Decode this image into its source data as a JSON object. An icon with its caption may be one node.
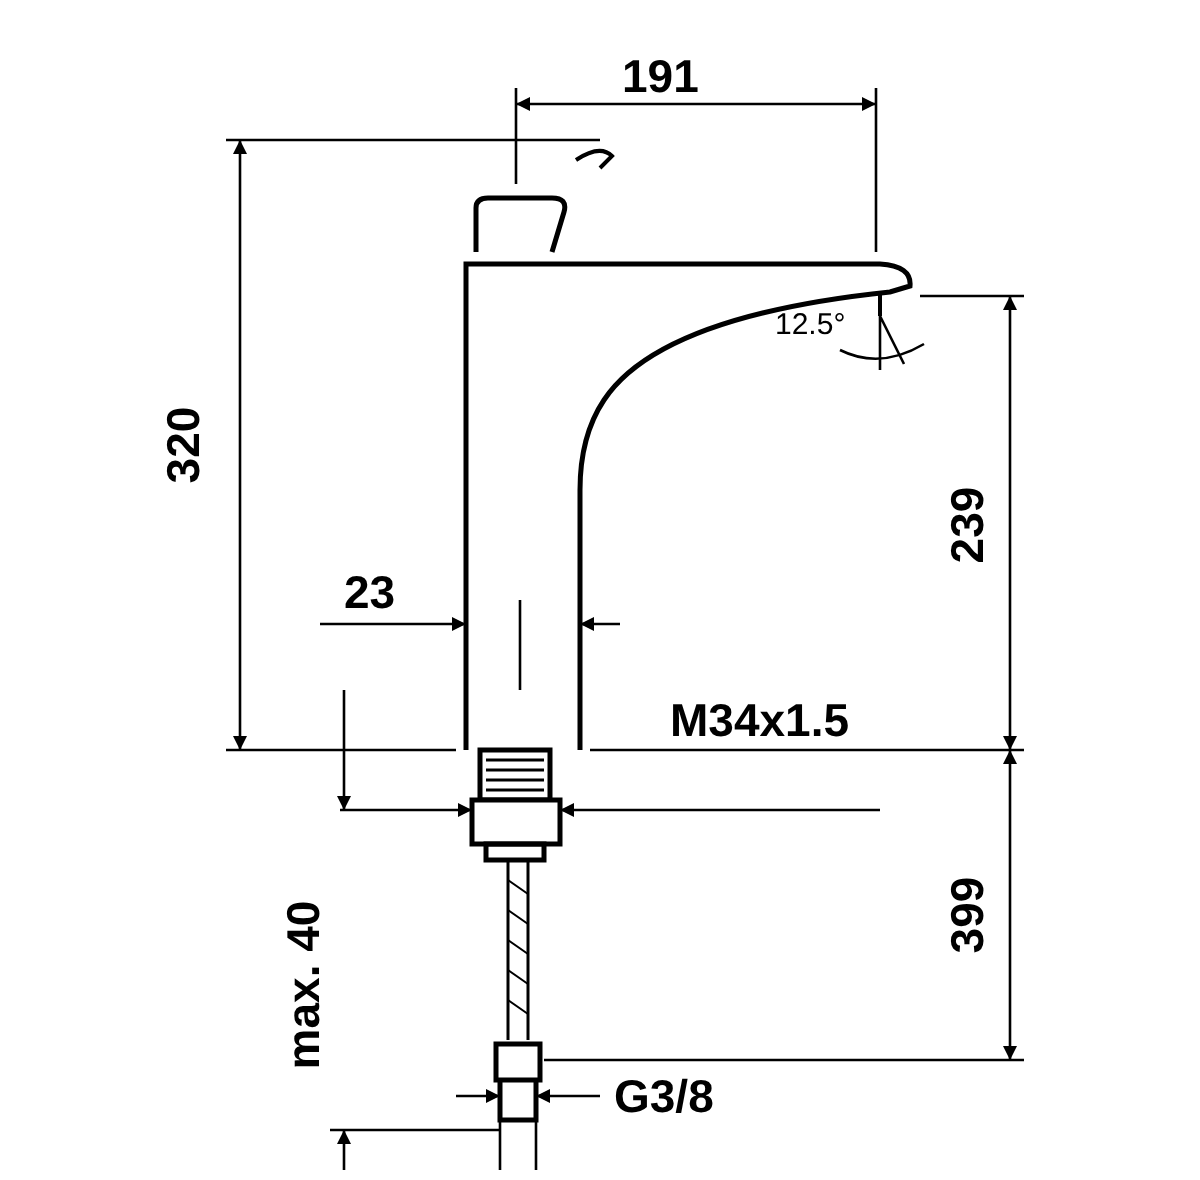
{
  "diagram": {
    "labels": [
      "191",
      "320",
      "12.5°",
      "239",
      "23",
      "M34x1.5",
      "399",
      "max. 40",
      "G3/8"
    ]
  }
}
